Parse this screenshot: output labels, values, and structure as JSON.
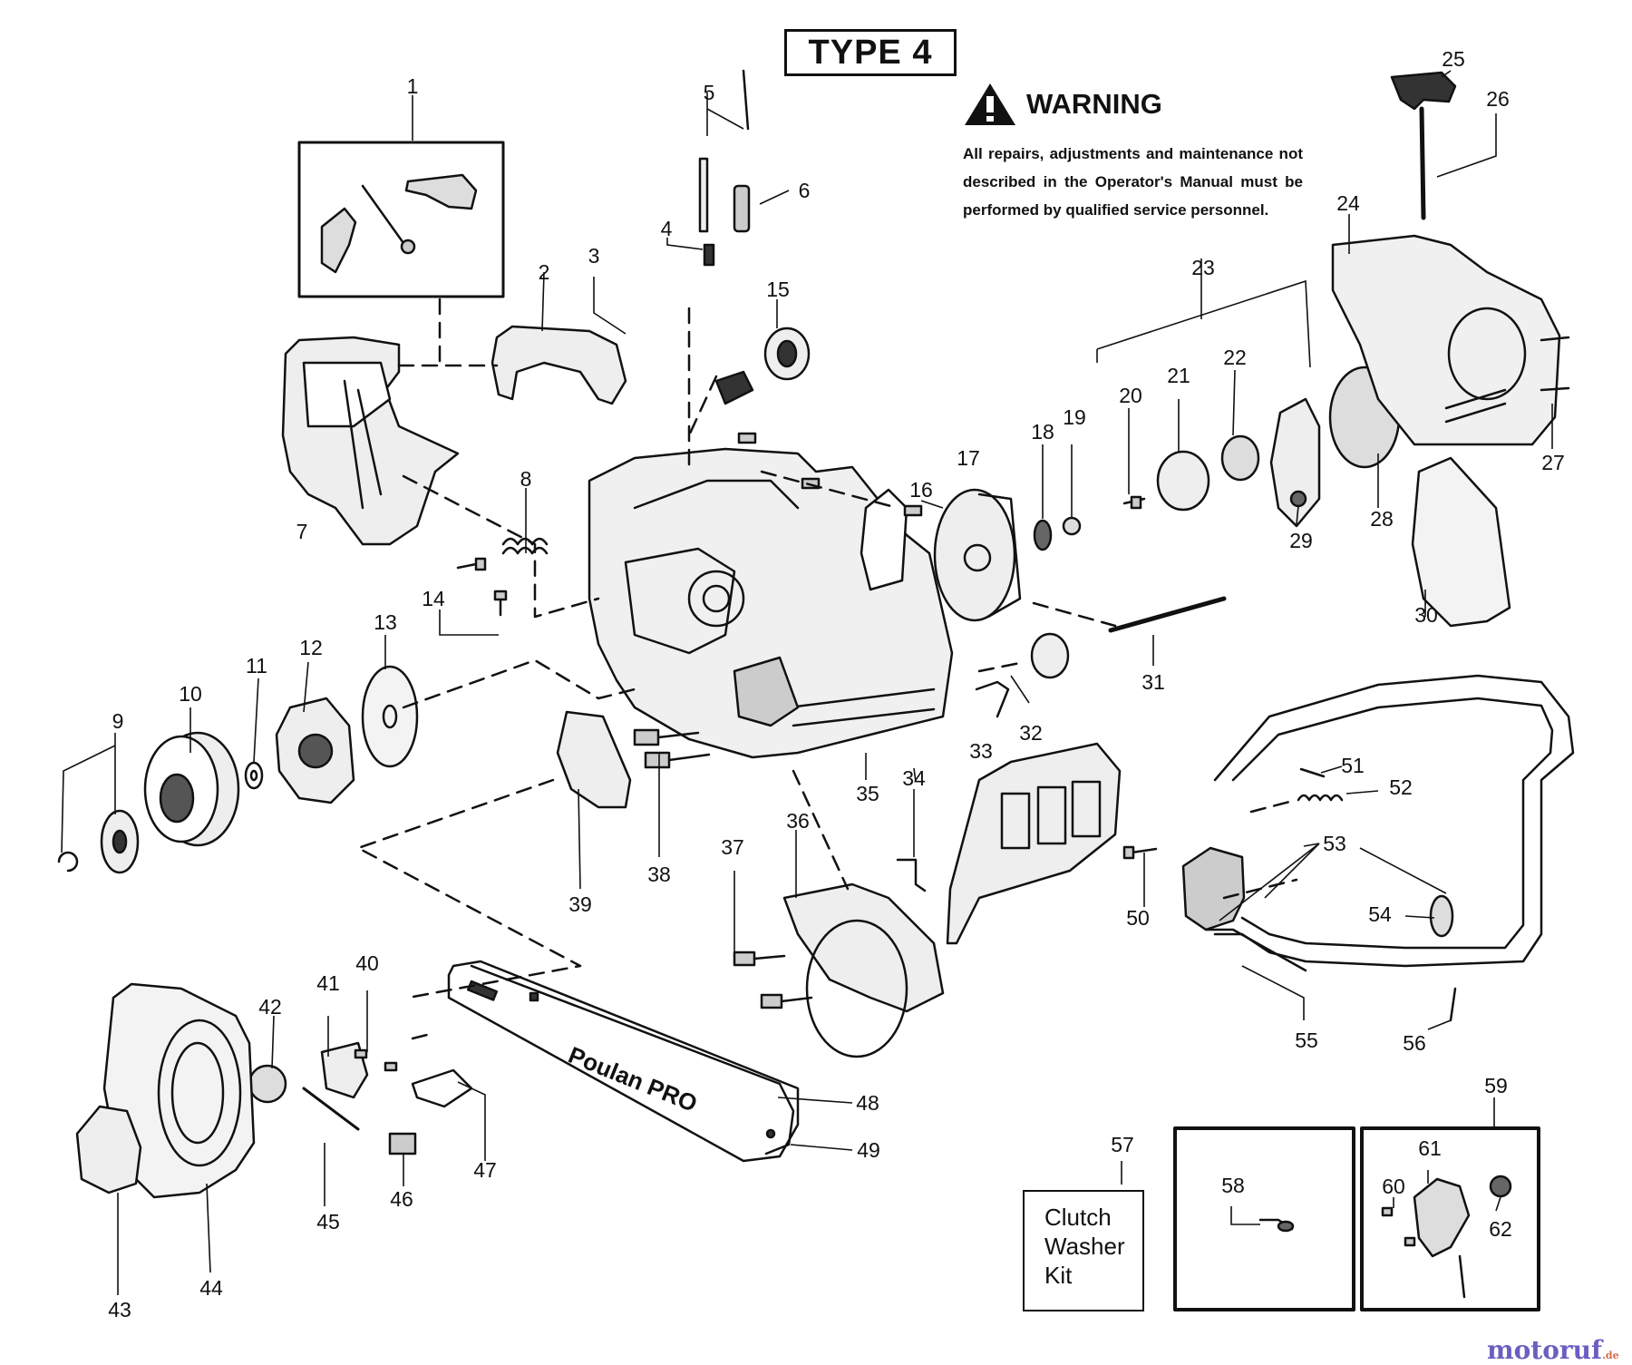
{
  "header": {
    "type_label": "TYPE 4"
  },
  "warning": {
    "title": "WARNING",
    "text": "All repairs, adjustments and maintenance not described in the Operator's Manual must be performed by qualified service personnel."
  },
  "clutch_kit": {
    "line1": "Clutch",
    "line2": "Washer",
    "line3": "Kit"
  },
  "bar_brand": "Poulan PRO",
  "watermark": {
    "text": "motoruf",
    "suffix": ".de"
  },
  "callouts": [
    "1",
    "2",
    "3",
    "4",
    "5",
    "6",
    "7",
    "8",
    "9",
    "10",
    "11",
    "12",
    "13",
    "14",
    "15",
    "16",
    "17",
    "18",
    "19",
    "20",
    "21",
    "22",
    "23",
    "24",
    "25",
    "26",
    "27",
    "28",
    "29",
    "30",
    "31",
    "32",
    "33",
    "34",
    "35",
    "36",
    "37",
    "38",
    "39",
    "40",
    "41",
    "42",
    "43",
    "44",
    "45",
    "46",
    "47",
    "48",
    "49",
    "50",
    "51",
    "52",
    "53",
    "54",
    "55",
    "56",
    "57",
    "58",
    "59",
    "60",
    "61",
    "62"
  ]
}
